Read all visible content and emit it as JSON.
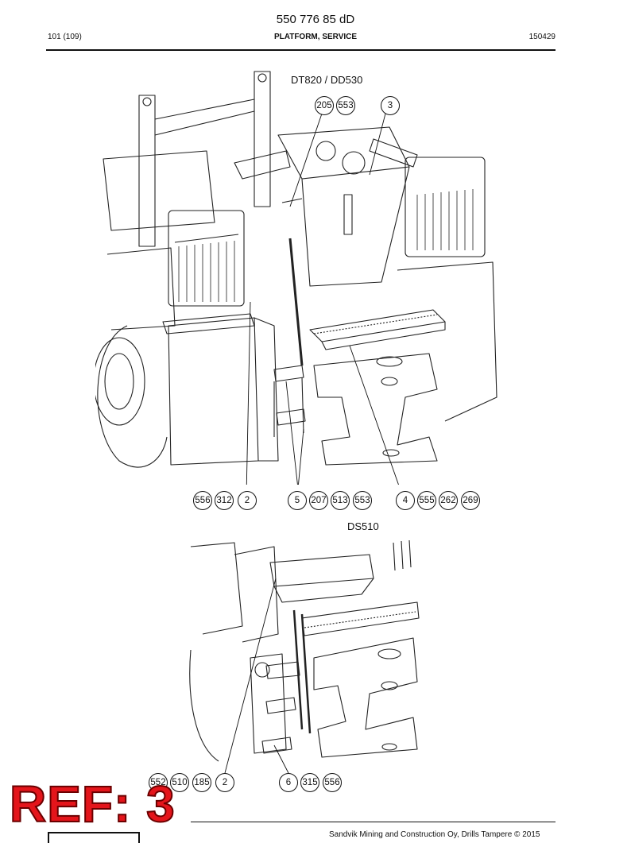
{
  "header": {
    "document_number": "550 776 85 dD",
    "page": "101 (109)",
    "title": "PLATFORM, SERVICE",
    "date_code": "150429"
  },
  "upper_view": {
    "label": "DT820 / DD530",
    "callouts_top": [
      "205",
      "553",
      "3"
    ],
    "callouts_bottom_left": [
      "556",
      "312",
      "2"
    ],
    "callouts_bottom_center": [
      "5",
      "207",
      "513",
      "553"
    ],
    "callouts_bottom_right": [
      "4",
      "555",
      "262",
      "269"
    ]
  },
  "lower_view": {
    "label": "DS510",
    "callouts_left": [
      "552",
      "510",
      "185",
      "2"
    ],
    "callouts_right": [
      "6",
      "315",
      "556"
    ]
  },
  "watermark": {
    "text": "REF: 3",
    "color": "#e4151b"
  },
  "footer": {
    "copyright": "Sandvik Mining and Construction Oy, Drills Tampere © 2015"
  }
}
